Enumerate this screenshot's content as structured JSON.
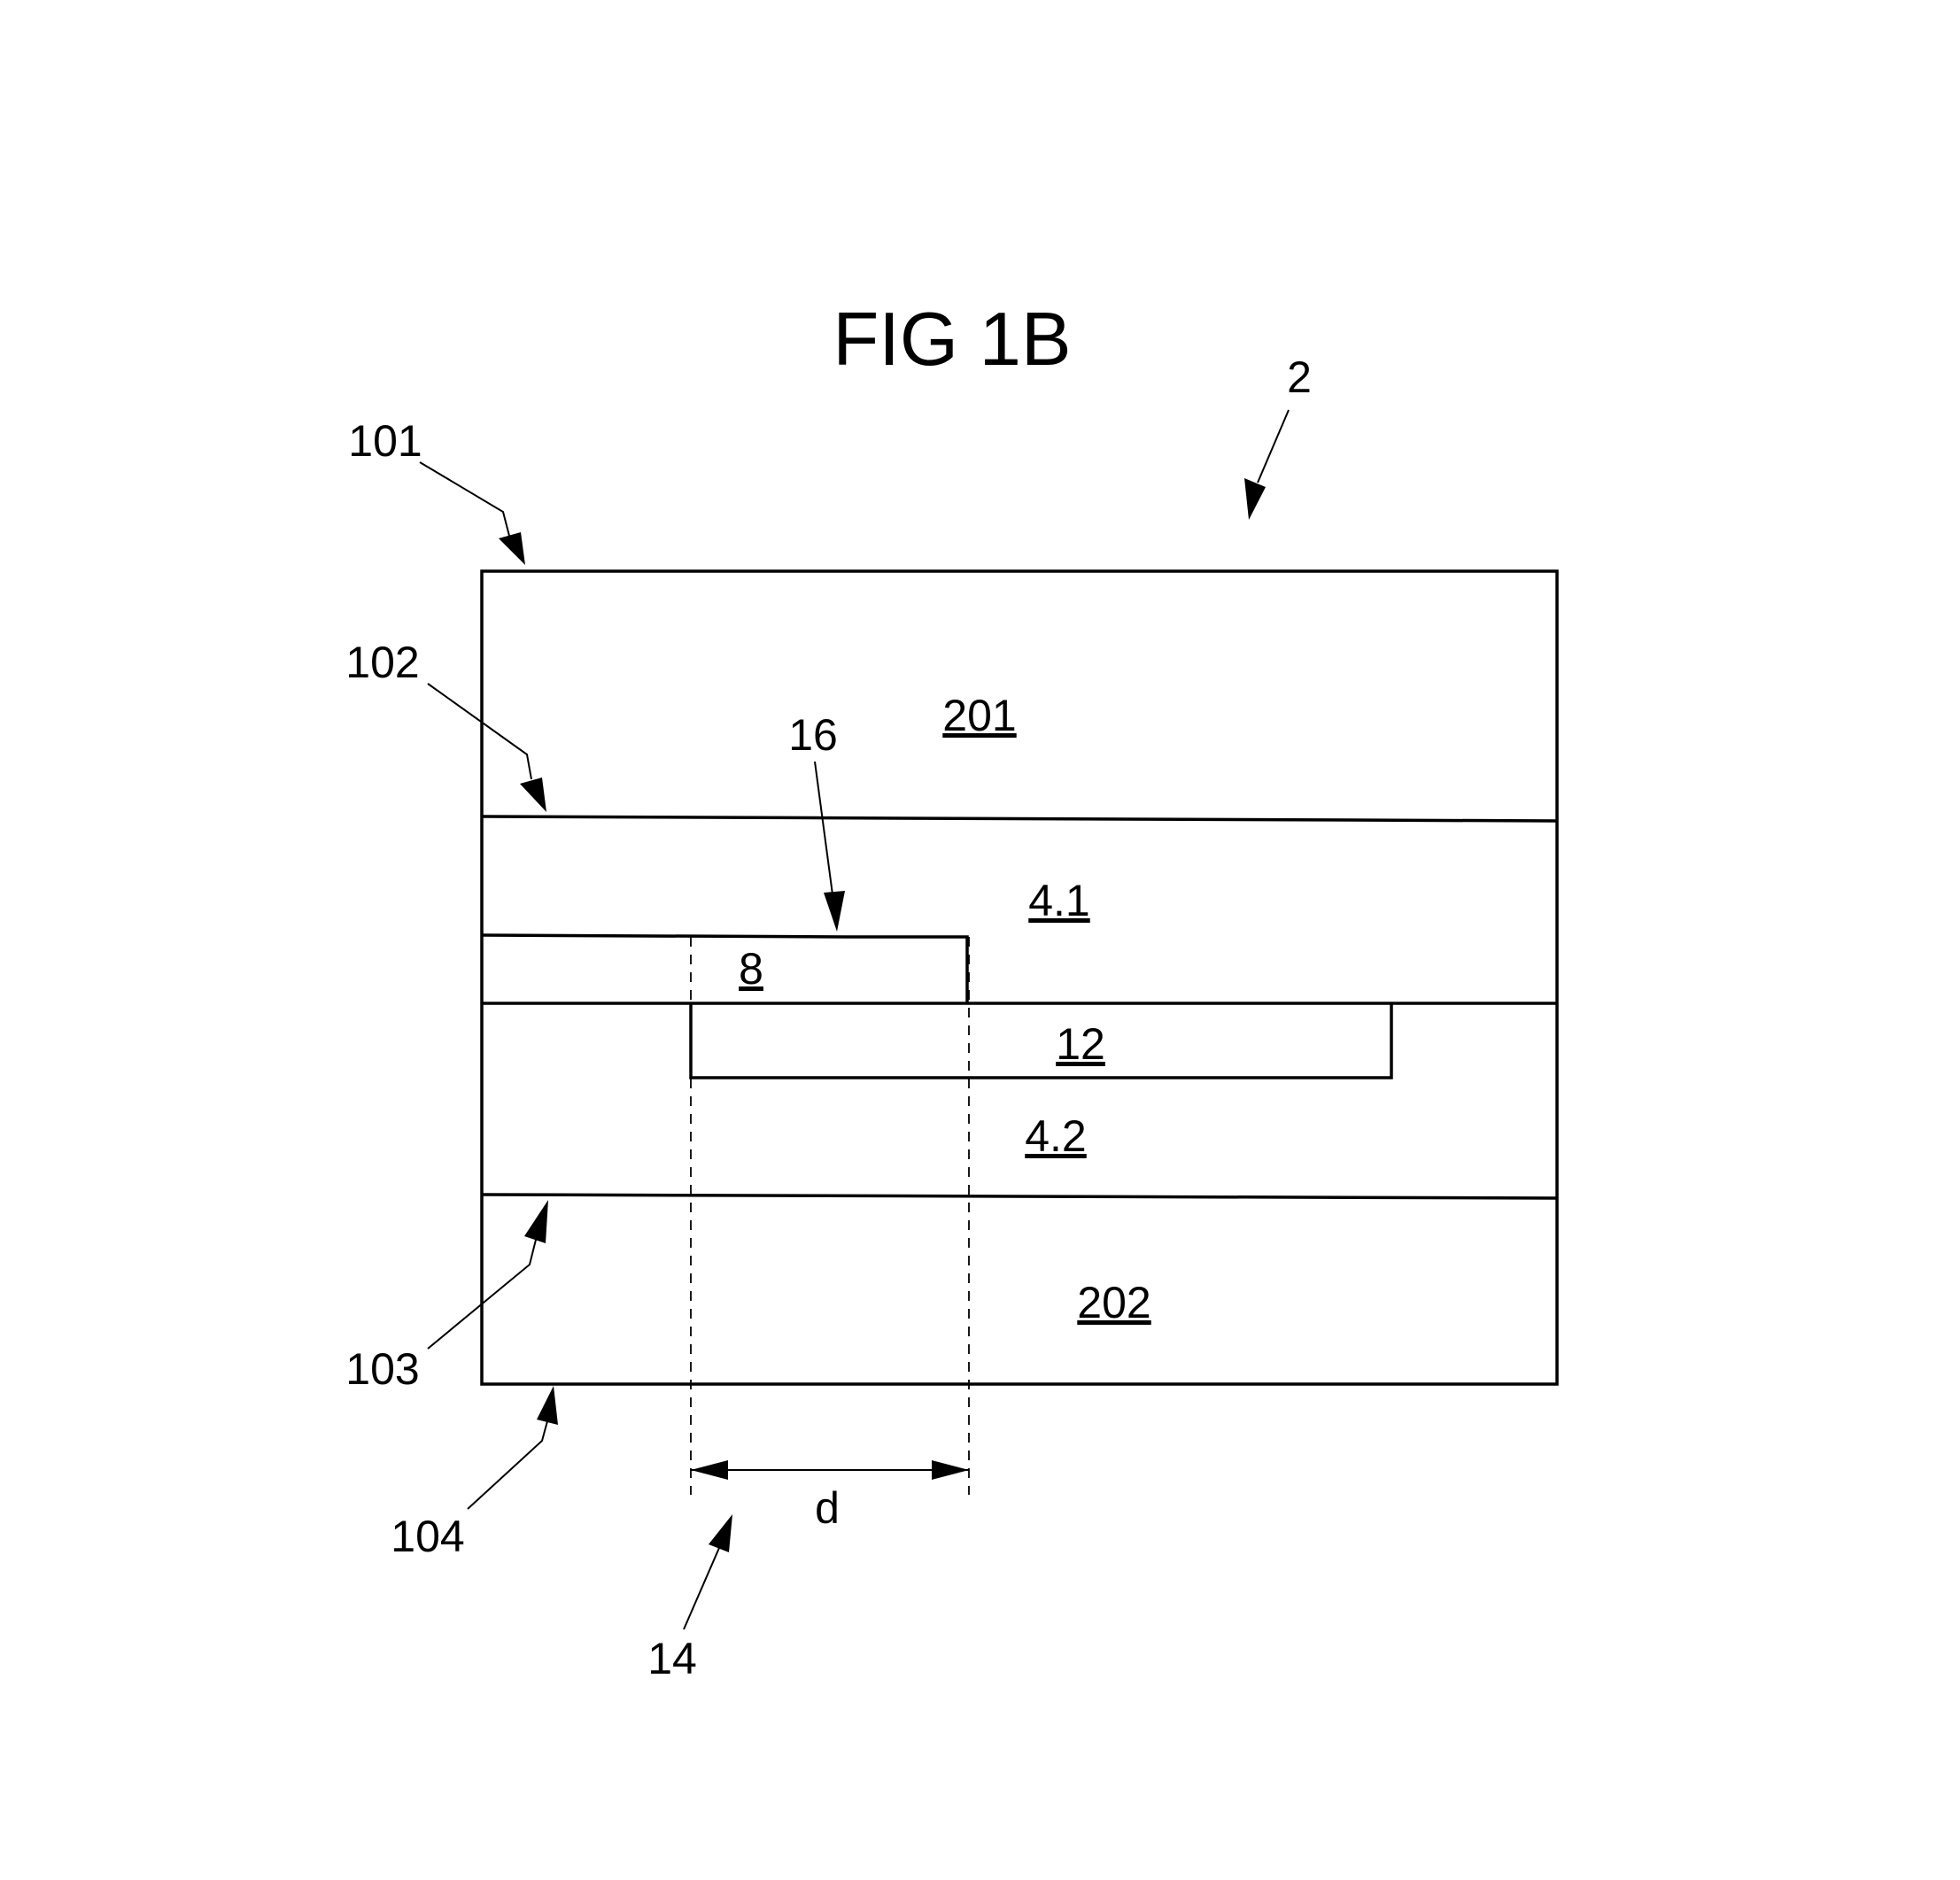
{
  "figure": {
    "title": "FIG 1B"
  },
  "labels": {
    "device": "2",
    "surface_top": "101",
    "interface_upper": "102",
    "interface_lower": "103",
    "surface_bottom": "104",
    "region_14": "14",
    "edge_16": "16"
  },
  "regions": {
    "r201": "201",
    "r41": "4.1",
    "r8": "8",
    "r12": "12",
    "r42": "4.2",
    "r202": "202"
  },
  "dimension": {
    "d": "d"
  }
}
